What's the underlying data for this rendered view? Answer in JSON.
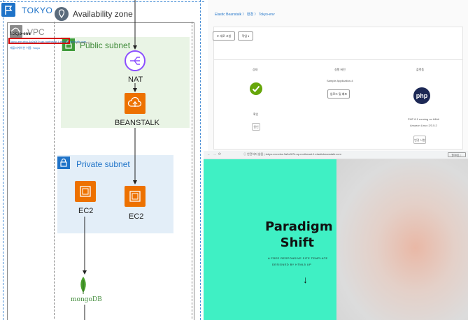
{
  "diagram": {
    "region_label": "TOKYO",
    "vpc_label": "VPC",
    "az_label": "Availability zone",
    "public_subnet_label": "Public subnet",
    "private_subnet_label": "Private subnet",
    "nat_label": "NAT",
    "beanstalk_label": "BEANSTALK",
    "ec2_a_label": "EC2",
    "ec2_b_label": "EC2",
    "mongodb_label": "mongoDB",
    "colors": {
      "region": "#1f73c8",
      "public": "#3f9b3a",
      "private": "#1f73c8",
      "nat": "#8c4fff",
      "compute": "#ed7100",
      "mongo": "#4aa02c"
    }
  },
  "console": {
    "breadcrumb": "Elastic Beanstalk 〉 환경 〉 Tokyo-env",
    "env_title": "Tokyo-env",
    "env_url": "Tokyo-env.eba-3a2a3t7h.ap-northeast-1.elasticbeanstalk.com",
    "env_url_suffix": "(e-qn1mhbxq)",
    "env_sub": "애플리케이션 이름: Tokyo",
    "btn_refresh": "⟳ 새로 고침",
    "btn_actions": "작업 ▾",
    "col_health": "상태",
    "col_version": "실행 버전",
    "col_platform": "플랫폼",
    "health_text": "확인",
    "health_btn": "원인",
    "version_text": "Sample Application-4",
    "version_btn": "업로드 및 배포",
    "platform_logo": "php",
    "platform_line1": "PHP 8.1 running on 64bit",
    "platform_line2": "Amazon Linux 2/3.5.2",
    "platform_btn": "변경 사항"
  },
  "browser": {
    "nav_icons": "←→⟳",
    "address": "ⓘ 안전하지 않음  |  tokyo-env.eba-3a2a3t7h.ap-northeast-1.elasticbeanstalk.com",
    "update_btn": "업데이트 ⋮",
    "hero_title_line1": "Paradigm",
    "hero_title_line2": "Shift",
    "hero_sub1": "A FREE RESPONSIVE SITE TEMPLATE",
    "hero_sub2": "DESIGNED BY HTML5 UP",
    "hero_arrow": "↓",
    "colors": {
      "hero_left": "#3ff0c4"
    }
  }
}
